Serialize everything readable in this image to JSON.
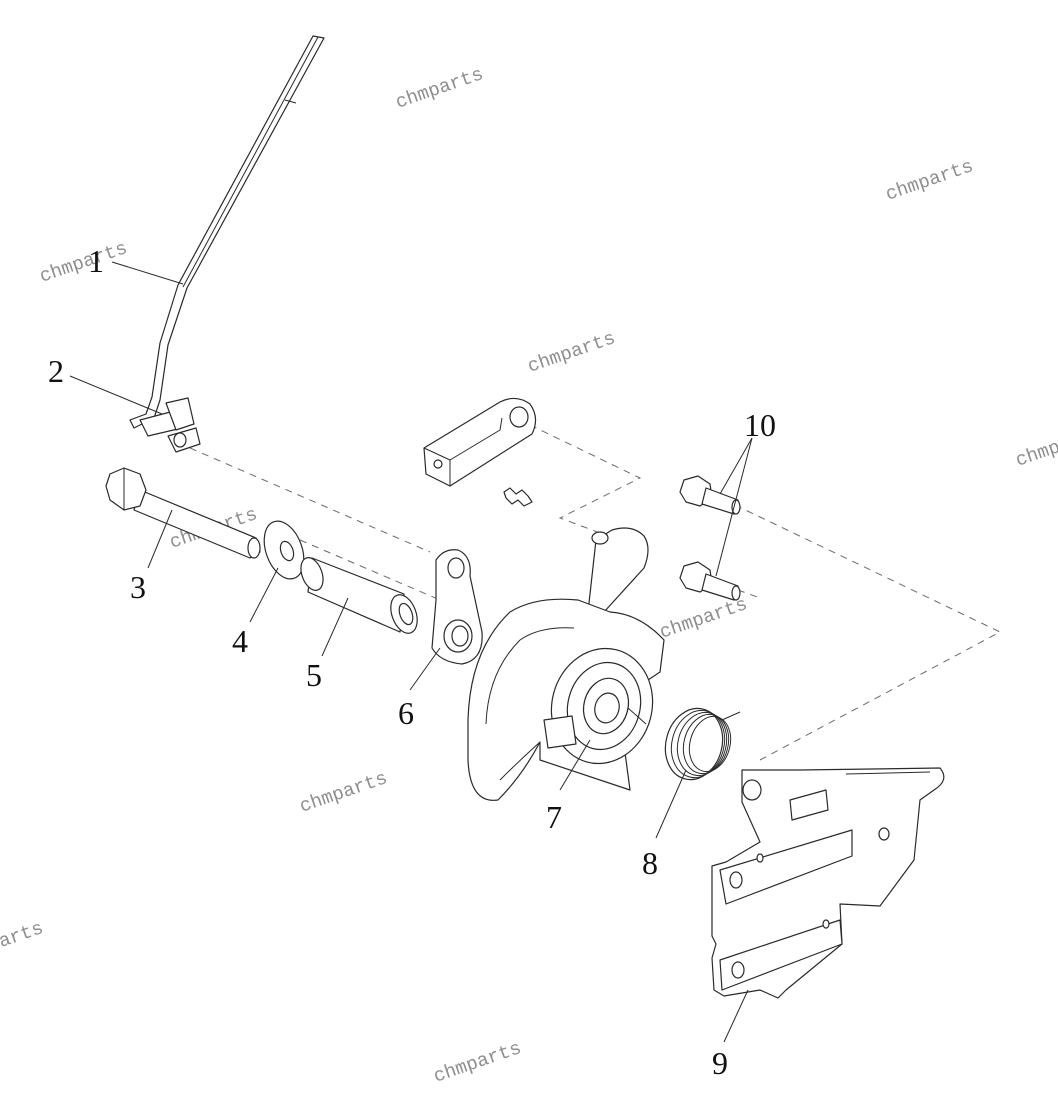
{
  "callouts": [
    "1",
    "2",
    "3",
    "4",
    "5",
    "6",
    "7",
    "8",
    "9",
    "10"
  ],
  "watermark": "chmparts",
  "colors": {
    "line": "#2a2a2a",
    "watermark": "#8e8e8e",
    "background": "#ffffff"
  }
}
